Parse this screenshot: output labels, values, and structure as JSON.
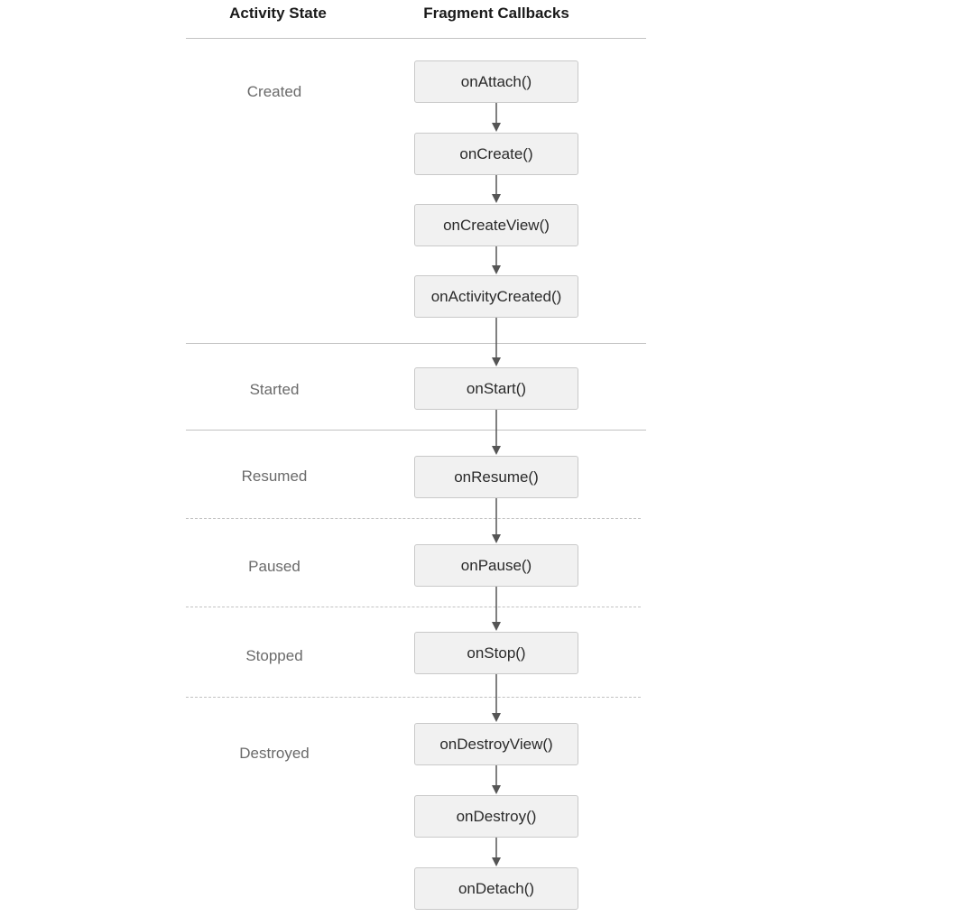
{
  "headers": {
    "activity_state": "Activity State",
    "fragment_callbacks": "Fragment Callbacks"
  },
  "states": [
    {
      "label": "Created"
    },
    {
      "label": "Started"
    },
    {
      "label": "Resumed"
    },
    {
      "label": "Paused"
    },
    {
      "label": "Stopped"
    },
    {
      "label": "Destroyed"
    }
  ],
  "callbacks": [
    {
      "label": "onAttach()"
    },
    {
      "label": "onCreate()"
    },
    {
      "label": "onCreateView()"
    },
    {
      "label": "onActivityCreated()"
    },
    {
      "label": "onStart()"
    },
    {
      "label": "onResume()"
    },
    {
      "label": "onPause()"
    },
    {
      "label": "onStop()"
    },
    {
      "label": "onDestroyView()"
    },
    {
      "label": "onDestroy()"
    },
    {
      "label": "onDetach()"
    }
  ],
  "colors": {
    "box_fill": "#f1f1f1",
    "box_border": "#c9c9c9",
    "arrow": "#555555",
    "separator": "#c2c2c2",
    "state_text": "#6a6a6a"
  }
}
